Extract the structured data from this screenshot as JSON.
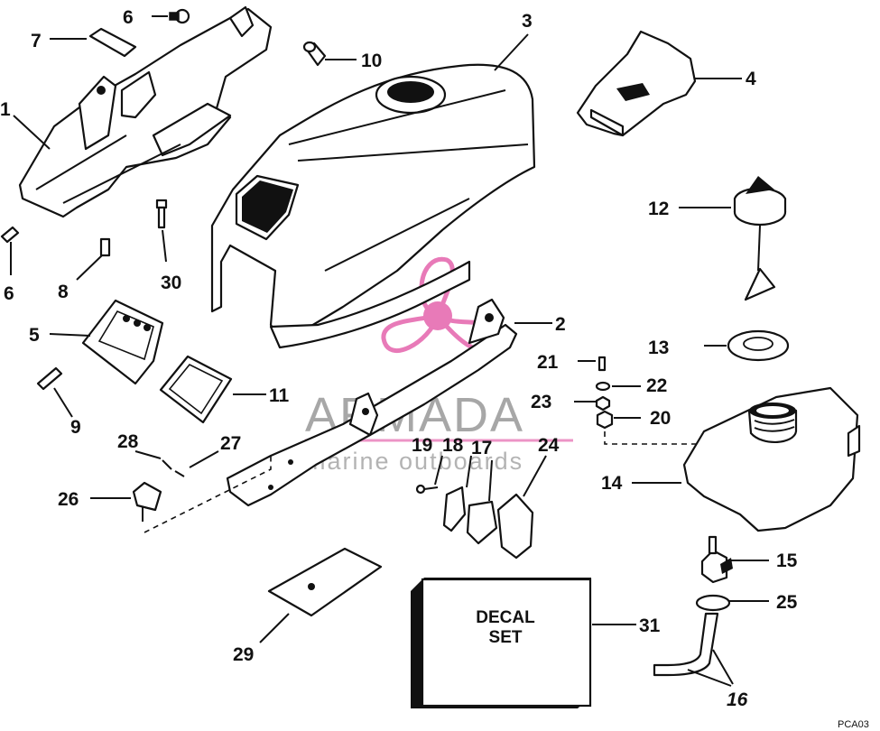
{
  "callouts": {
    "n1": "1",
    "n2": "2",
    "n3": "3",
    "n4": "4",
    "n5": "5",
    "n6a": "6",
    "n6b": "6",
    "n7": "7",
    "n8": "8",
    "n9": "9",
    "n10": "10",
    "n11": "11",
    "n12": "12",
    "n13": "13",
    "n14": "14",
    "n15": "15",
    "n16": "16",
    "n17": "17",
    "n18": "18",
    "n19": "19",
    "n20": "20",
    "n21": "21",
    "n22": "22",
    "n23": "23",
    "n24": "24",
    "n25": "25",
    "n26": "26",
    "n27": "27",
    "n28": "28",
    "n29": "29",
    "n30": "30",
    "n31": "31"
  },
  "decal_box": {
    "line1": "DECAL",
    "line2": "SET"
  },
  "watermark": {
    "brand": "ARMADA",
    "tagline": "marine outboards",
    "logo_color": "#e87ab8"
  },
  "figure_code": "PCA03"
}
